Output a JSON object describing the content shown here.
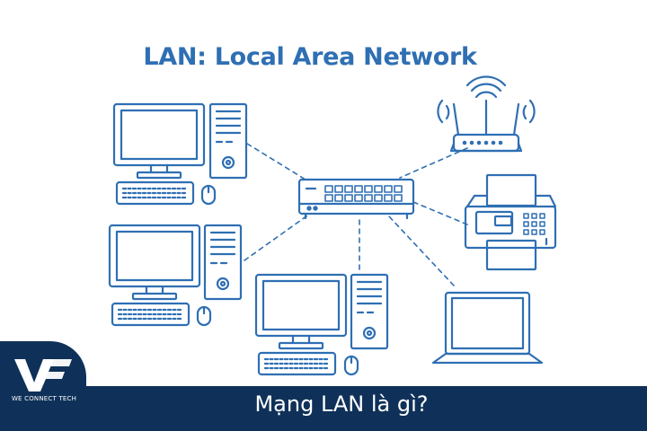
{
  "diagram": {
    "title": "LAN: Local Area Network",
    "line_color": "#2f6fb3",
    "devices": [
      {
        "name": "desktop-computer-1",
        "type": "desktop"
      },
      {
        "name": "desktop-computer-2",
        "type": "desktop"
      },
      {
        "name": "desktop-computer-3",
        "type": "desktop"
      },
      {
        "name": "network-switch",
        "type": "switch"
      },
      {
        "name": "wifi-router",
        "type": "router"
      },
      {
        "name": "printer",
        "type": "printer"
      },
      {
        "name": "laptop",
        "type": "laptop"
      }
    ]
  },
  "banner": {
    "caption": "Mạng LAN là gì?",
    "background": "#0f3159"
  },
  "brand": {
    "logo_text": "WE CONNECT TECH",
    "logo_icon": "vf-logo-icon"
  }
}
